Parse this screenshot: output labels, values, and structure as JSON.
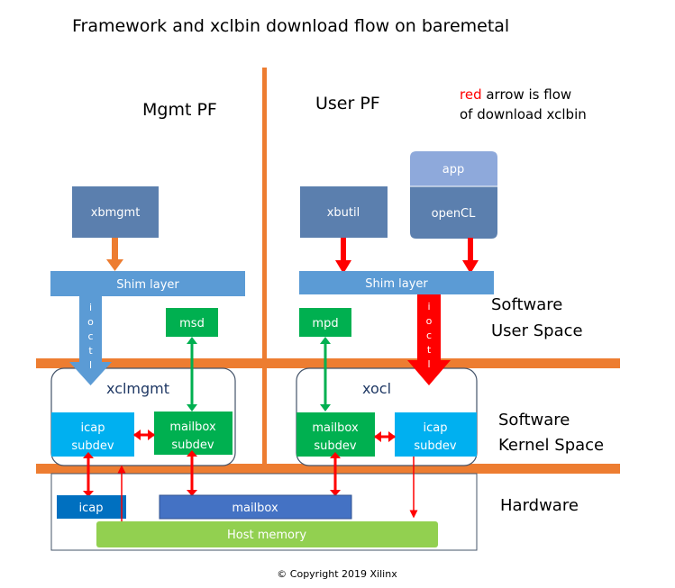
{
  "title": "Framework and xclbin download flow on baremetal",
  "sections": {
    "mgmt_pf": "Mgmt PF",
    "user_pf": "User PF"
  },
  "legend": {
    "red_word": "red",
    "line1_rest": " arrow is flow",
    "line2": "of download xclbin"
  },
  "layers": {
    "user_space_line1": "Software",
    "user_space_line2": "User Space",
    "kernel_space_line1": "Software",
    "kernel_space_line2": "Kernel Space",
    "hardware": "Hardware"
  },
  "boxes": {
    "xbmgmt": "xbmgmt",
    "xbutil": "xbutil",
    "app": "app",
    "opencl": "openCL",
    "shim_left": "Shim layer",
    "shim_right": "Shim layer",
    "msd": "msd",
    "mpd": "mpd",
    "xclmgmt": "xclmgmt",
    "xocl": "xocl",
    "icap_subdev_left_1": "icap",
    "icap_subdev_left_2": "subdev",
    "mailbox_subdev_left_1": "mailbox",
    "mailbox_subdev_left_2": "subdev",
    "mailbox_subdev_right_1": "mailbox",
    "mailbox_subdev_right_2": "subdev",
    "icap_subdev_right_1": "icap",
    "icap_subdev_right_2": "subdev",
    "hw_icap": "icap",
    "hw_mailbox": "mailbox",
    "host_memory": "Host memory"
  },
  "ioctl_left": [
    "i",
    "o",
    "c",
    "t",
    "l"
  ],
  "ioctl_right": [
    "i",
    "o",
    "c",
    "t",
    "l"
  ],
  "copyright": "© Copyright 2019 Xilinx",
  "colors": {
    "orange": "#ED7D31",
    "red": "#FF0000",
    "blue_light": "#5B9BD5",
    "blue_gray": "#5B7FAE",
    "app_light": "#8EA9DB",
    "green": "#00B050",
    "cyan": "#00B0F0",
    "icap_dark": "#0070C0",
    "mailbox_hw": "#4472C4",
    "host_memory": "#92D050",
    "outline": "#44546A"
  }
}
